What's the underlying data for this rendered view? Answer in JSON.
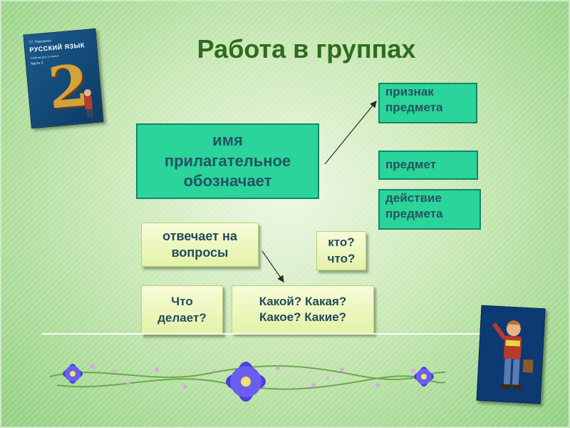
{
  "title": "Работа в группах",
  "book": {
    "author": "Т.Г. Рамзаева",
    "title": "РУССКИЙ ЯЗЫК",
    "subtitle": "Учебник для 2 класса",
    "part_label": "Часть",
    "part_number": "2",
    "big_digit": "2"
  },
  "boxes": {
    "center": [
      "имя",
      "прилагательное",
      "обозначает"
    ],
    "priznak": [
      "признак",
      "предмета"
    ],
    "predmet": "предмет",
    "deistvie": [
      "действие",
      "предмета"
    ],
    "otvechaet": [
      "отвечает на",
      "вопросы"
    ],
    "kto": [
      "кто?",
      "что?"
    ],
    "chto": [
      "Что",
      "делает?"
    ],
    "kakoi": [
      "Какой? Какая?",
      "Какое? Какие?"
    ]
  },
  "colors": {
    "title": "#2e6b1e",
    "teal_box": "#2ad49a",
    "teal_border": "#14866a",
    "pale_box": "#eef6c0",
    "text": "#1f4a5a",
    "flower": "#4a3fd6"
  }
}
